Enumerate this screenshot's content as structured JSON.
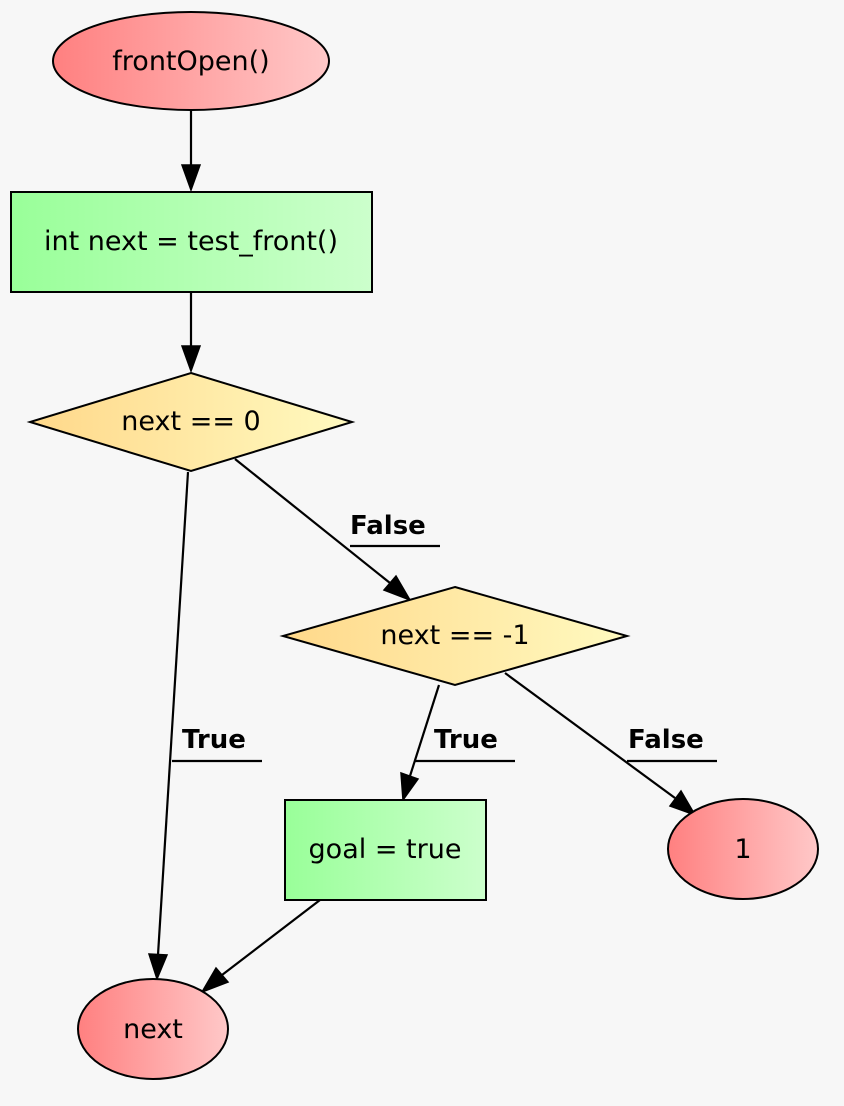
{
  "colors": {
    "background": "#f7f7f7",
    "terminal_fill_start": "#ff8080",
    "terminal_fill_end": "#ffc8c8",
    "process_fill_start": "#99ff99",
    "process_fill_end": "#ccffcc",
    "decision_fill_start": "#ffd88a",
    "decision_fill_end": "#fffac0",
    "stroke": "#000000"
  },
  "nodes": {
    "start": {
      "label": "frontOpen()",
      "shape": "ellipse"
    },
    "assign_next": {
      "label": "int next = test_front()",
      "shape": "rectangle"
    },
    "decision_zero": {
      "label": "next == 0",
      "shape": "diamond"
    },
    "decision_neg_one": {
      "label": "next == -1",
      "shape": "diamond"
    },
    "goal_true": {
      "label": "goal = true",
      "shape": "rectangle"
    },
    "return_one": {
      "label": "1",
      "shape": "ellipse"
    },
    "return_next": {
      "label": "next",
      "shape": "ellipse"
    }
  },
  "edges": {
    "start_to_assign": {
      "label": ""
    },
    "assign_to_zero": {
      "label": ""
    },
    "zero_false": {
      "label": "False"
    },
    "zero_true": {
      "label": "True"
    },
    "neg_one_true": {
      "label": "True"
    },
    "neg_one_false": {
      "label": "False"
    },
    "goal_to_next": {
      "label": ""
    }
  }
}
